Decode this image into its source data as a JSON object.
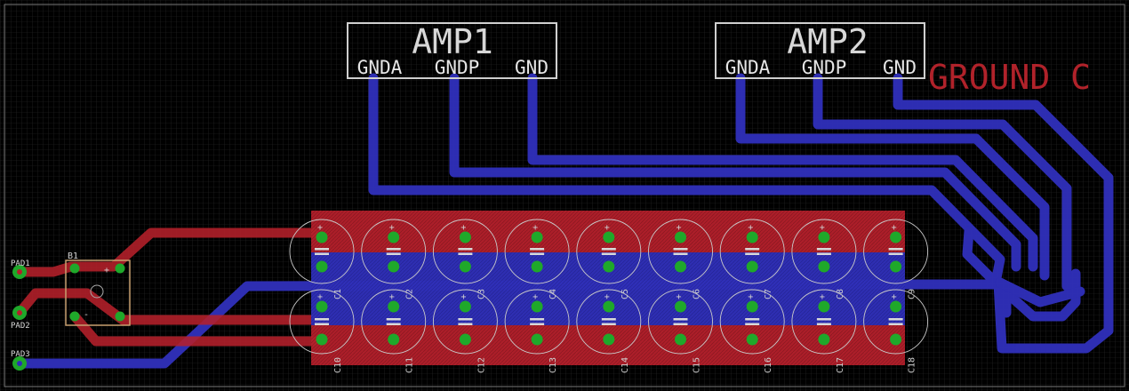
{
  "colors": {
    "background": "#000000",
    "grid": "#2a2a2a",
    "top_copper": "#b5202b",
    "bottom_copper": "#2f2fb8",
    "pad": "#1fa82a",
    "silkscreen": "#d8d8d8",
    "bridge_outline": "#c8a070"
  },
  "amp1": {
    "name": "AMP1",
    "pins": [
      "GNDA",
      "GNDP",
      "GND"
    ]
  },
  "amp2": {
    "name": "AMP2",
    "pins": [
      "GNDA",
      "GNDP",
      "GND"
    ]
  },
  "ground_label": "GROUND C",
  "bridge": {
    "label": "B1",
    "plus": "+",
    "minus": "-"
  },
  "pads": [
    "PAD1",
    "PAD2",
    "PAD3"
  ],
  "capacitors_top": [
    "C1",
    "C2",
    "C3",
    "C4",
    "C5",
    "C6",
    "C7",
    "C8",
    "C9"
  ],
  "capacitors_bottom": [
    "C10",
    "C11",
    "C12",
    "C13",
    "C14",
    "C15",
    "C16",
    "C17",
    "C18"
  ],
  "cap_plus": "+"
}
